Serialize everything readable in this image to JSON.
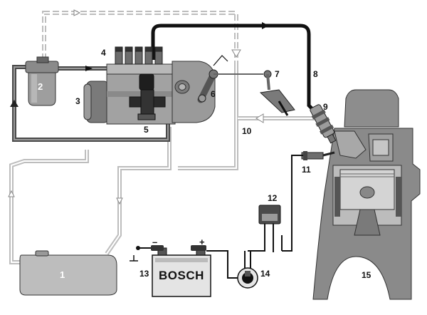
{
  "labels": {
    "n1": "1",
    "n2": "2",
    "n3": "3",
    "n4": "4",
    "n5": "5",
    "n6": "6",
    "n7": "7",
    "n8": "8",
    "n9": "9",
    "n10": "10",
    "n11": "11",
    "n12": "12",
    "n13": "13",
    "n14": "14",
    "n15": "15"
  },
  "battery": {
    "brand": "BOSCH",
    "minus": "–",
    "plus": "+"
  },
  "colors": {
    "fuel_line": "#c4c4c4",
    "high_pressure": "#111111",
    "component_gray": "#9a9a9a",
    "engine_gray": "#8c8c8c",
    "dark_component": "#4a4a4a"
  }
}
